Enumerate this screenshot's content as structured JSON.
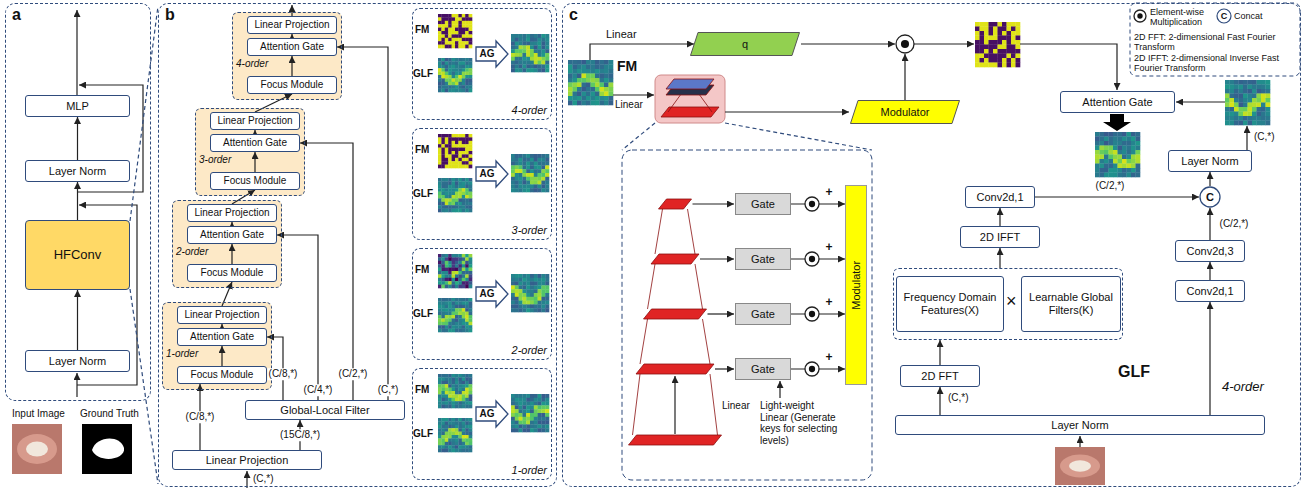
{
  "diagram": {
    "nodes": [
      {
        "text": [
          "a"
        ]
      },
      {
        "text": [
          "Layer Norm"
        ],
        "in": 0
      },
      {
        "text": [
          "HFConv"
        ],
        "in": 0
      },
      {
        "text": [
          "Layer Norm"
        ],
        "in": 0
      },
      {
        "text": [
          "MLP"
        ],
        "in": 0
      },
      {
        "text": [
          "b"
        ]
      },
      {
        "text": [
          "Linear Projection"
        ],
        "in": 5
      },
      {
        "text": [
          "Global-Local Filter"
        ],
        "in": 5
      },
      {
        "text": [
          "1-order"
        ],
        "in": 5
      },
      {
        "text": [
          "Focus Module"
        ],
        "in": 8
      },
      {
        "text": [
          "Attention Gate"
        ],
        "in": 8
      },
      {
        "text": [
          "Linear Projection"
        ],
        "in": 8
      },
      {
        "text": [
          "2-order"
        ],
        "in": 5
      },
      {
        "text": [
          "Focus Module"
        ],
        "in": 12
      },
      {
        "text": [
          "Attention Gate"
        ],
        "in": 12
      },
      {
        "text": [
          "Linear Projection"
        ],
        "in": 12
      },
      {
        "text": [
          "3-order"
        ],
        "in": 5
      },
      {
        "text": [
          "Focus Module"
        ],
        "in": 16
      },
      {
        "text": [
          "Attention Gate"
        ],
        "in": 16
      },
      {
        "text": [
          "Linear Projection"
        ],
        "in": 16
      },
      {
        "text": [
          "4-order"
        ],
        "in": 5
      },
      {
        "text": [
          "Focus Module"
        ],
        "in": 20
      },
      {
        "text": [
          "Attention Gate"
        ],
        "in": 20
      },
      {
        "text": [
          "Linear Projection"
        ],
        "in": 20
      },
      {
        "text": [
          "4-order"
        ],
        "in": 5
      },
      {
        "text": [
          "3-order"
        ],
        "in": 5
      },
      {
        "text": [
          "2-order"
        ],
        "in": 5
      },
      {
        "text": [
          "1-order"
        ],
        "in": 5
      },
      {
        "text": [
          "c"
        ]
      },
      {
        "text": [
          "q"
        ],
        "in": 28
      },
      {
        "text": [
          "Modulator"
        ],
        "in": 28
      },
      {
        "text": [
          "Attention Gate"
        ],
        "in": 28
      },
      {
        "text": [
          "Gate"
        ],
        "in": 28
      },
      {
        "text": [
          "Gate"
        ],
        "in": 28
      },
      {
        "text": [
          "Gate"
        ],
        "in": 28
      },
      {
        "text": [
          "Gate"
        ],
        "in": 28
      },
      {
        "text": [
          "Modulator"
        ],
        "in": 28
      },
      {
        "text": [
          "Layer Norm"
        ],
        "in": 28
      },
      {
        "text": [
          "C"
        ],
        "in": 28
      },
      {
        "text": [
          "Conv2d,1"
        ],
        "in": 28
      },
      {
        "text": [
          "2D IFFT"
        ],
        "in": 28
      },
      {
        "text": [
          "×"
        ],
        "in": 28
      },
      {
        "text": [
          "Frequency Domain Features(X)"
        ],
        "in": 41
      },
      {
        "text": [
          "Learnable Global Filters(K)"
        ],
        "in": 41
      },
      {
        "text": [
          "2D FFT"
        ],
        "in": 28
      },
      {
        "text": [
          "Conv2d,3"
        ],
        "in": 28
      },
      {
        "text": [
          "Conv2d,1"
        ],
        "in": 28
      },
      {
        "text": [
          "Layer Norm"
        ],
        "in": 28
      }
    ],
    "edges": [
      {
        "from": 1,
        "to": 2,
        "arrow": "to"
      },
      {
        "from": 2,
        "to": 3,
        "arrow": "to"
      },
      {
        "from": 3,
        "to": 4,
        "arrow": "to"
      },
      {
        "from": 6,
        "to": 7,
        "label": "(15C/8,*)",
        "arrow": "to"
      },
      {
        "from": 6,
        "to": 9,
        "label": "(C/8,*)",
        "arrow": "to"
      },
      {
        "from": 9,
        "to": 10,
        "arrow": "to"
      },
      {
        "from": 10,
        "to": 11,
        "arrow": "to"
      },
      {
        "from": 11,
        "to": 13,
        "arrow": "to"
      },
      {
        "from": 13,
        "to": 14,
        "arrow": "to"
      },
      {
        "from": 14,
        "to": 15,
        "arrow": "to"
      },
      {
        "from": 15,
        "to": 17,
        "arrow": "to"
      },
      {
        "from": 17,
        "to": 18,
        "arrow": "to"
      },
      {
        "from": 18,
        "to": 19,
        "arrow": "to"
      },
      {
        "from": 19,
        "to": 21,
        "arrow": "to"
      },
      {
        "from": 21,
        "to": 22,
        "arrow": "to"
      },
      {
        "from": 22,
        "to": 23,
        "arrow": "to"
      },
      {
        "from": 7,
        "to": 10,
        "label": "(C/8,*)",
        "arrow": "to"
      },
      {
        "from": 7,
        "to": 14,
        "label": "(C/4,*)",
        "arrow": "to"
      },
      {
        "from": 7,
        "to": 18,
        "label": "(C/2,*)",
        "arrow": "to"
      },
      {
        "from": 7,
        "to": 22,
        "label": "(C,*)",
        "arrow": "to"
      },
      {
        "from": 47,
        "to": 44,
        "arrow": "to"
      },
      {
        "from": 44,
        "to": 41,
        "arrow": "to"
      },
      {
        "from": 41,
        "to": 40,
        "arrow": "to"
      },
      {
        "from": 40,
        "to": 39,
        "arrow": "to"
      },
      {
        "from": 39,
        "to": 38,
        "label": "(C/2,*)",
        "arrow": "to"
      },
      {
        "from": 47,
        "to": 46,
        "arrow": "to"
      },
      {
        "from": 46,
        "to": 45,
        "arrow": "to"
      },
      {
        "from": 45,
        "to": 38,
        "label": "(C/2,*)",
        "arrow": "to"
      },
      {
        "from": 38,
        "to": 37,
        "arrow": "to"
      },
      {
        "from": 32,
        "to": 36,
        "arrow": "to"
      },
      {
        "from": 33,
        "to": 36,
        "arrow": "to"
      },
      {
        "from": 34,
        "to": 36,
        "arrow": "to"
      },
      {
        "from": 35,
        "to": 36,
        "arrow": "to"
      }
    ],
    "labels": [
      "Input Image",
      "Ground Truth",
      "(C,*)",
      "FM",
      "GLF",
      "AG",
      "FM",
      "GLF",
      "AG",
      "FM",
      "GLF",
      "AG",
      "FM",
      "GLF",
      "AG",
      "Linear",
      "FM",
      "Linear",
      "+",
      "+",
      "+",
      "+",
      "Linear",
      "Light-weight Linear (Generate keys for selecting levels)",
      "(C,*)",
      "(C,*)",
      "GLF",
      "4-order",
      "2D FFT: 2-dimensional Fast Fourier Transform",
      "2D IFFT: 2-dimensional Inverse Fast Fourier Transform",
      "C"
    ],
    "legend": [
      {
        "text": "Element-wise Multiplication"
      },
      {
        "text": "Concat"
      }
    ]
  }
}
